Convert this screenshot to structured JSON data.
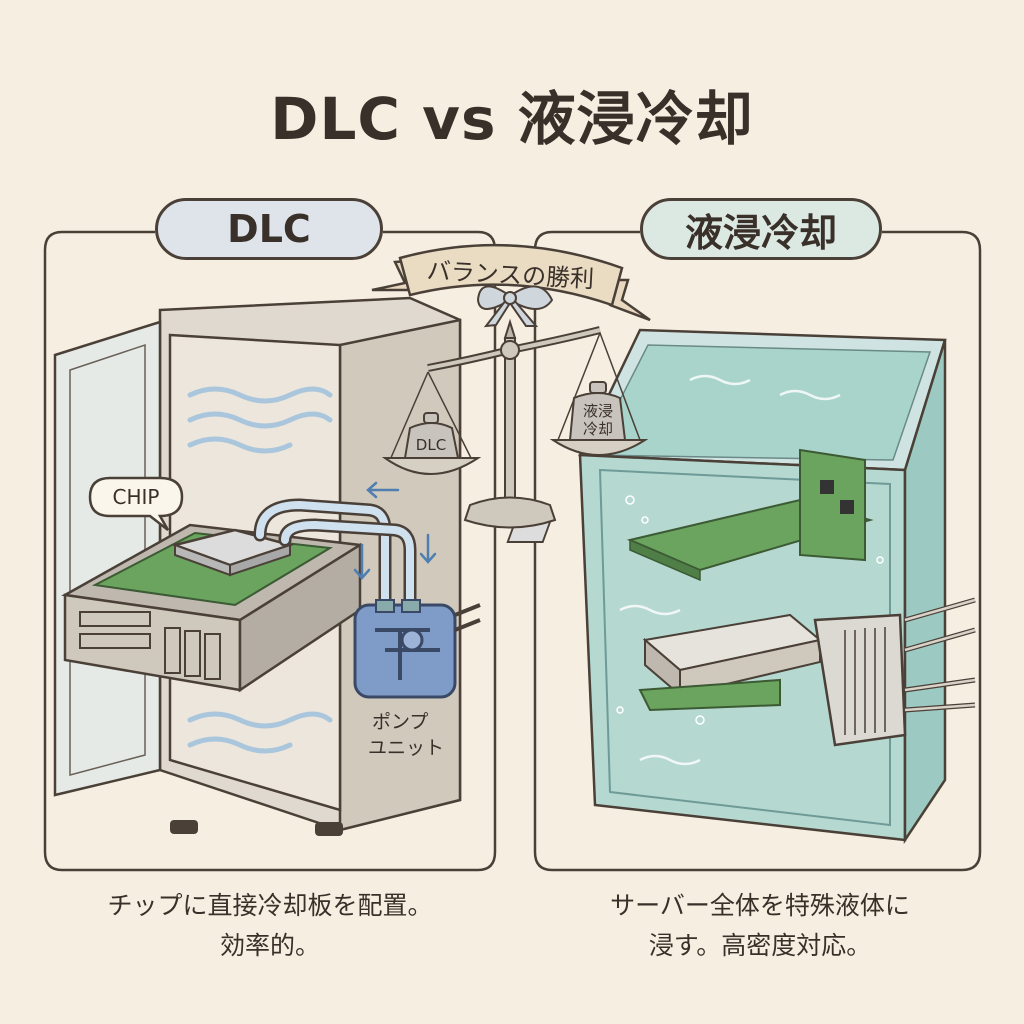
{
  "title": "DLC vs 液浸冷却",
  "left": {
    "heading": "DLC",
    "chip_label": "CHIP",
    "pump_label_line1": "ポンプ",
    "pump_label_line2": "ユニット",
    "caption_line1": "チップに直接冷却板を配置。",
    "caption_line2": "効率的。"
  },
  "right": {
    "heading": "液浸冷却",
    "caption_line1": "サーバー全体を特殊液体に",
    "caption_line2": "浸す。高密度対応。"
  },
  "center": {
    "banner": "バランスの勝利",
    "weight_left": "DLC",
    "weight_right_line1": "液浸",
    "weight_right_line2": "冷却"
  },
  "colors": {
    "background": "#f6efe1",
    "ink": "#3a302a",
    "water": "#a9d4cc",
    "pump": "#7f9cc8"
  }
}
